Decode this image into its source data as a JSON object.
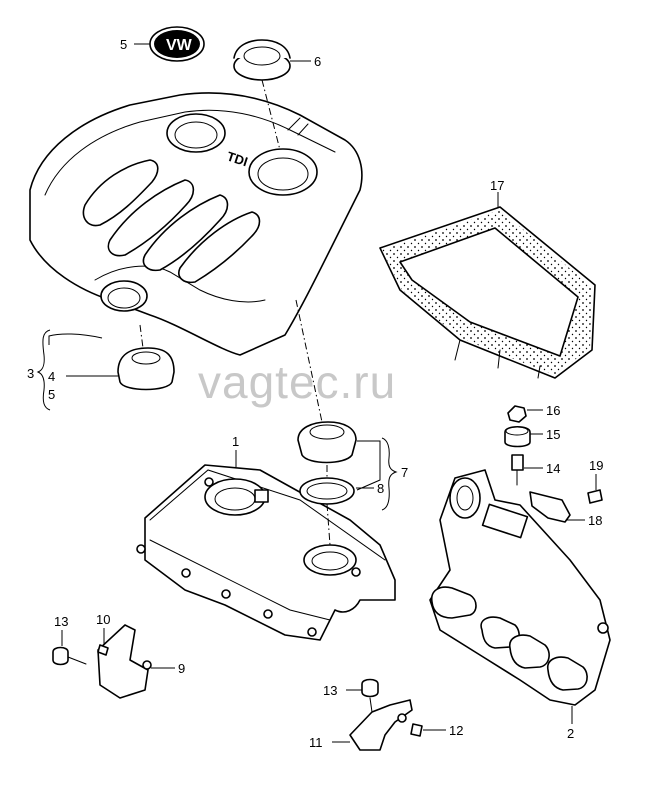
{
  "watermark": "vagtec.ru",
  "emblem_text": "VW",
  "badge_text": "TDI",
  "callouts": {
    "c1": "1",
    "c2": "2",
    "c3": "3",
    "c4": "4",
    "c5a": "5",
    "c5b": "5",
    "c6": "6",
    "c7": "7",
    "c8": "8",
    "c9": "9",
    "c10": "10",
    "c11": "11",
    "c12": "12",
    "c13a": "13",
    "c13b": "13",
    "c14": "14",
    "c15": "15",
    "c16": "16",
    "c17": "17",
    "c18": "18",
    "c19": "19"
  }
}
